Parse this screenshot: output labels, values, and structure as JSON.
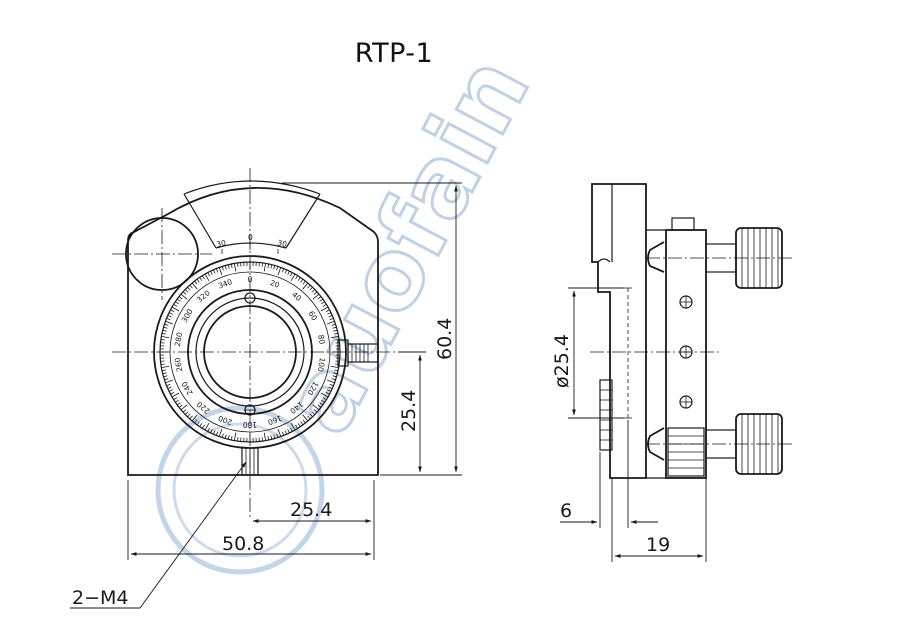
{
  "title": "RTP-1",
  "dimensions": {
    "height": "60.4",
    "center_height": "25.4",
    "half_width": "25.4",
    "width": "50.8",
    "aperture": "ø25.4",
    "plate_thickness": "6",
    "depth": "19"
  },
  "callout": "2−M4",
  "scale": {
    "vernier_left": "30",
    "vernier_center": "0",
    "vernier_right": "30",
    "labels": [
      "0",
      "20",
      "40",
      "60",
      "80",
      "100",
      "120",
      "140",
      "160",
      "180",
      "200",
      "220",
      "240",
      "260",
      "280",
      "300",
      "320",
      "340"
    ]
  },
  "colors": {
    "line": "#1a1a1a",
    "watermark": "#a9c4e0"
  }
}
